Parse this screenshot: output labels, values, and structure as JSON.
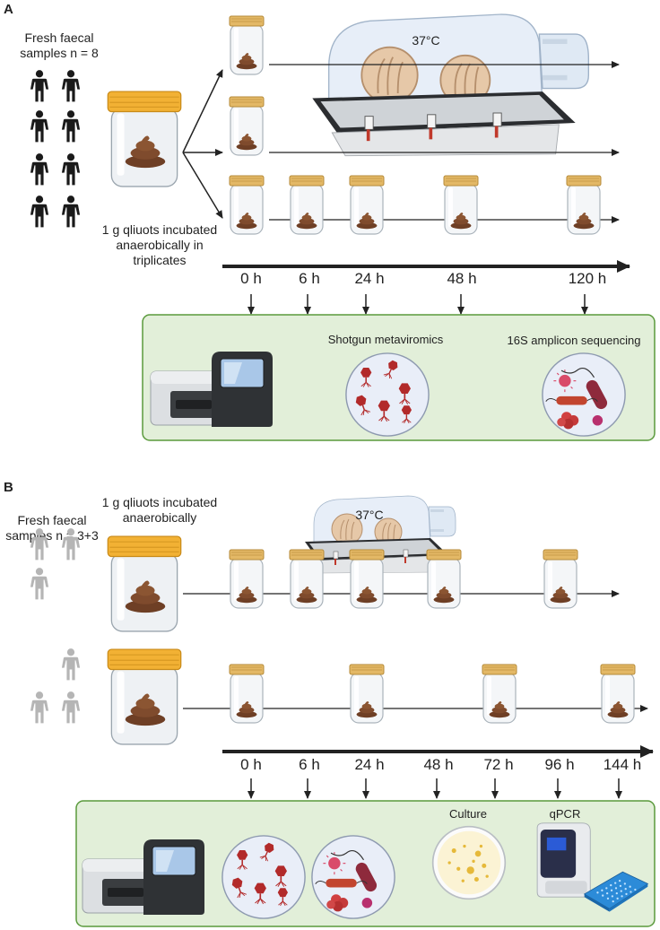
{
  "panelA": {
    "letter": "A",
    "samples_label_line1": "Fresh faecal",
    "samples_label_line2": "samples n = 8",
    "incubation_line1": "1 g qliuots incubated",
    "incubation_line2": "anaerobically in",
    "incubation_line3": "triplicates",
    "chamber_temp": "37°C",
    "timepoints": [
      "0 h",
      "6 h",
      "24 h",
      "48 h",
      "120 h"
    ],
    "shotgun_label": "Shotgun metaviromics",
    "amplicon_label": "16S amplicon sequencing"
  },
  "panelB": {
    "letter": "B",
    "incubation_line1": "1 g qliuots incubated",
    "incubation_line2": "anaerobically",
    "samples_label_line1": "Fresh faecal",
    "samples_label_line2": "samples n = 3+3",
    "chamber_temp": "37°C",
    "timepoints": [
      "0 h",
      "6 h",
      "24 h",
      "48 h",
      "72 h",
      "96 h",
      "144 h"
    ],
    "culture_label": "Culture",
    "qpcr_label": "qPCR"
  },
  "colors": {
    "box_fill": "#e2efd9",
    "box_stroke": "#5a9a3c",
    "lid": "#f2b134",
    "stool": "#7a4a2e",
    "person_dark": "#1a1a1a",
    "person_grey": "#b5b5b5",
    "phage": "#b22a2a"
  }
}
